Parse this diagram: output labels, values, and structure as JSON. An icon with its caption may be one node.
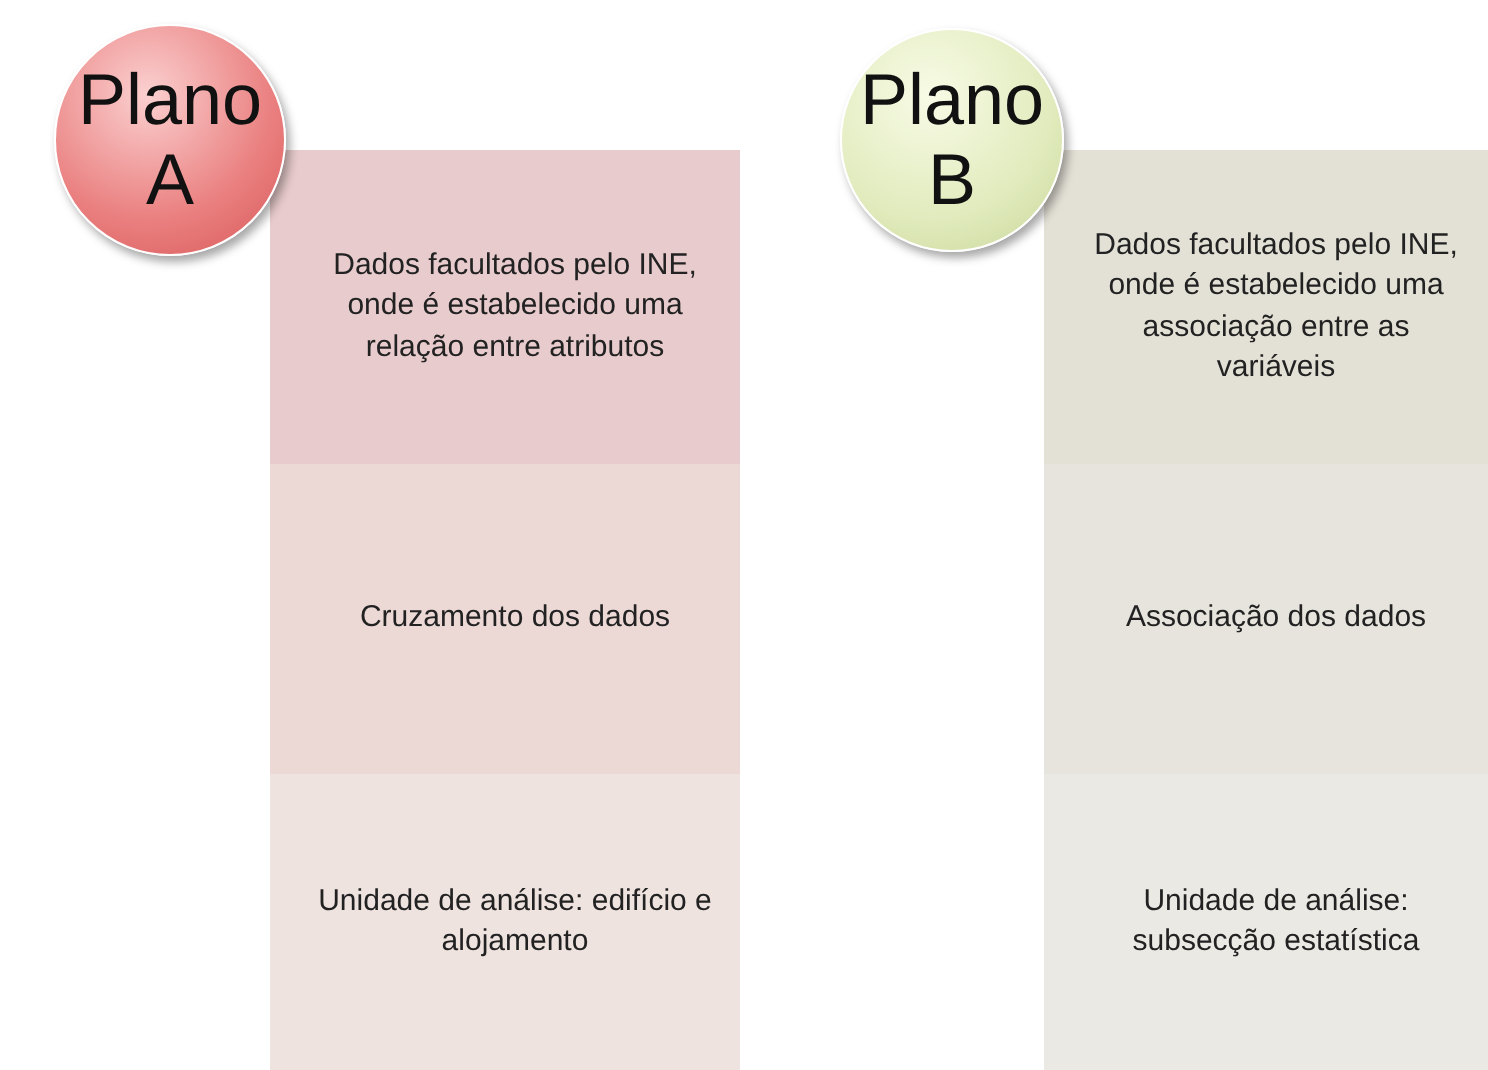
{
  "diagram": {
    "nodes": [
      {
        "text": [
          "Plano A"
        ]
      },
      {
        "text": [
          "Dados facultados pelo INE, onde é estabelecido uma relação entre atributos"
        ]
      },
      {
        "text": [
          "Cruzamento dos dados"
        ]
      },
      {
        "text": [
          "Unidade de análise: edifício e alojamento"
        ]
      },
      {
        "text": [
          "Plano B"
        ]
      },
      {
        "text": [
          "Dados facultados pelo INE, onde é estabelecido uma associação entre as variáveis"
        ]
      },
      {
        "text": [
          "Associação dos dados"
        ]
      },
      {
        "text": [
          "Unidade de análise: subsecção estatística"
        ]
      }
    ]
  }
}
